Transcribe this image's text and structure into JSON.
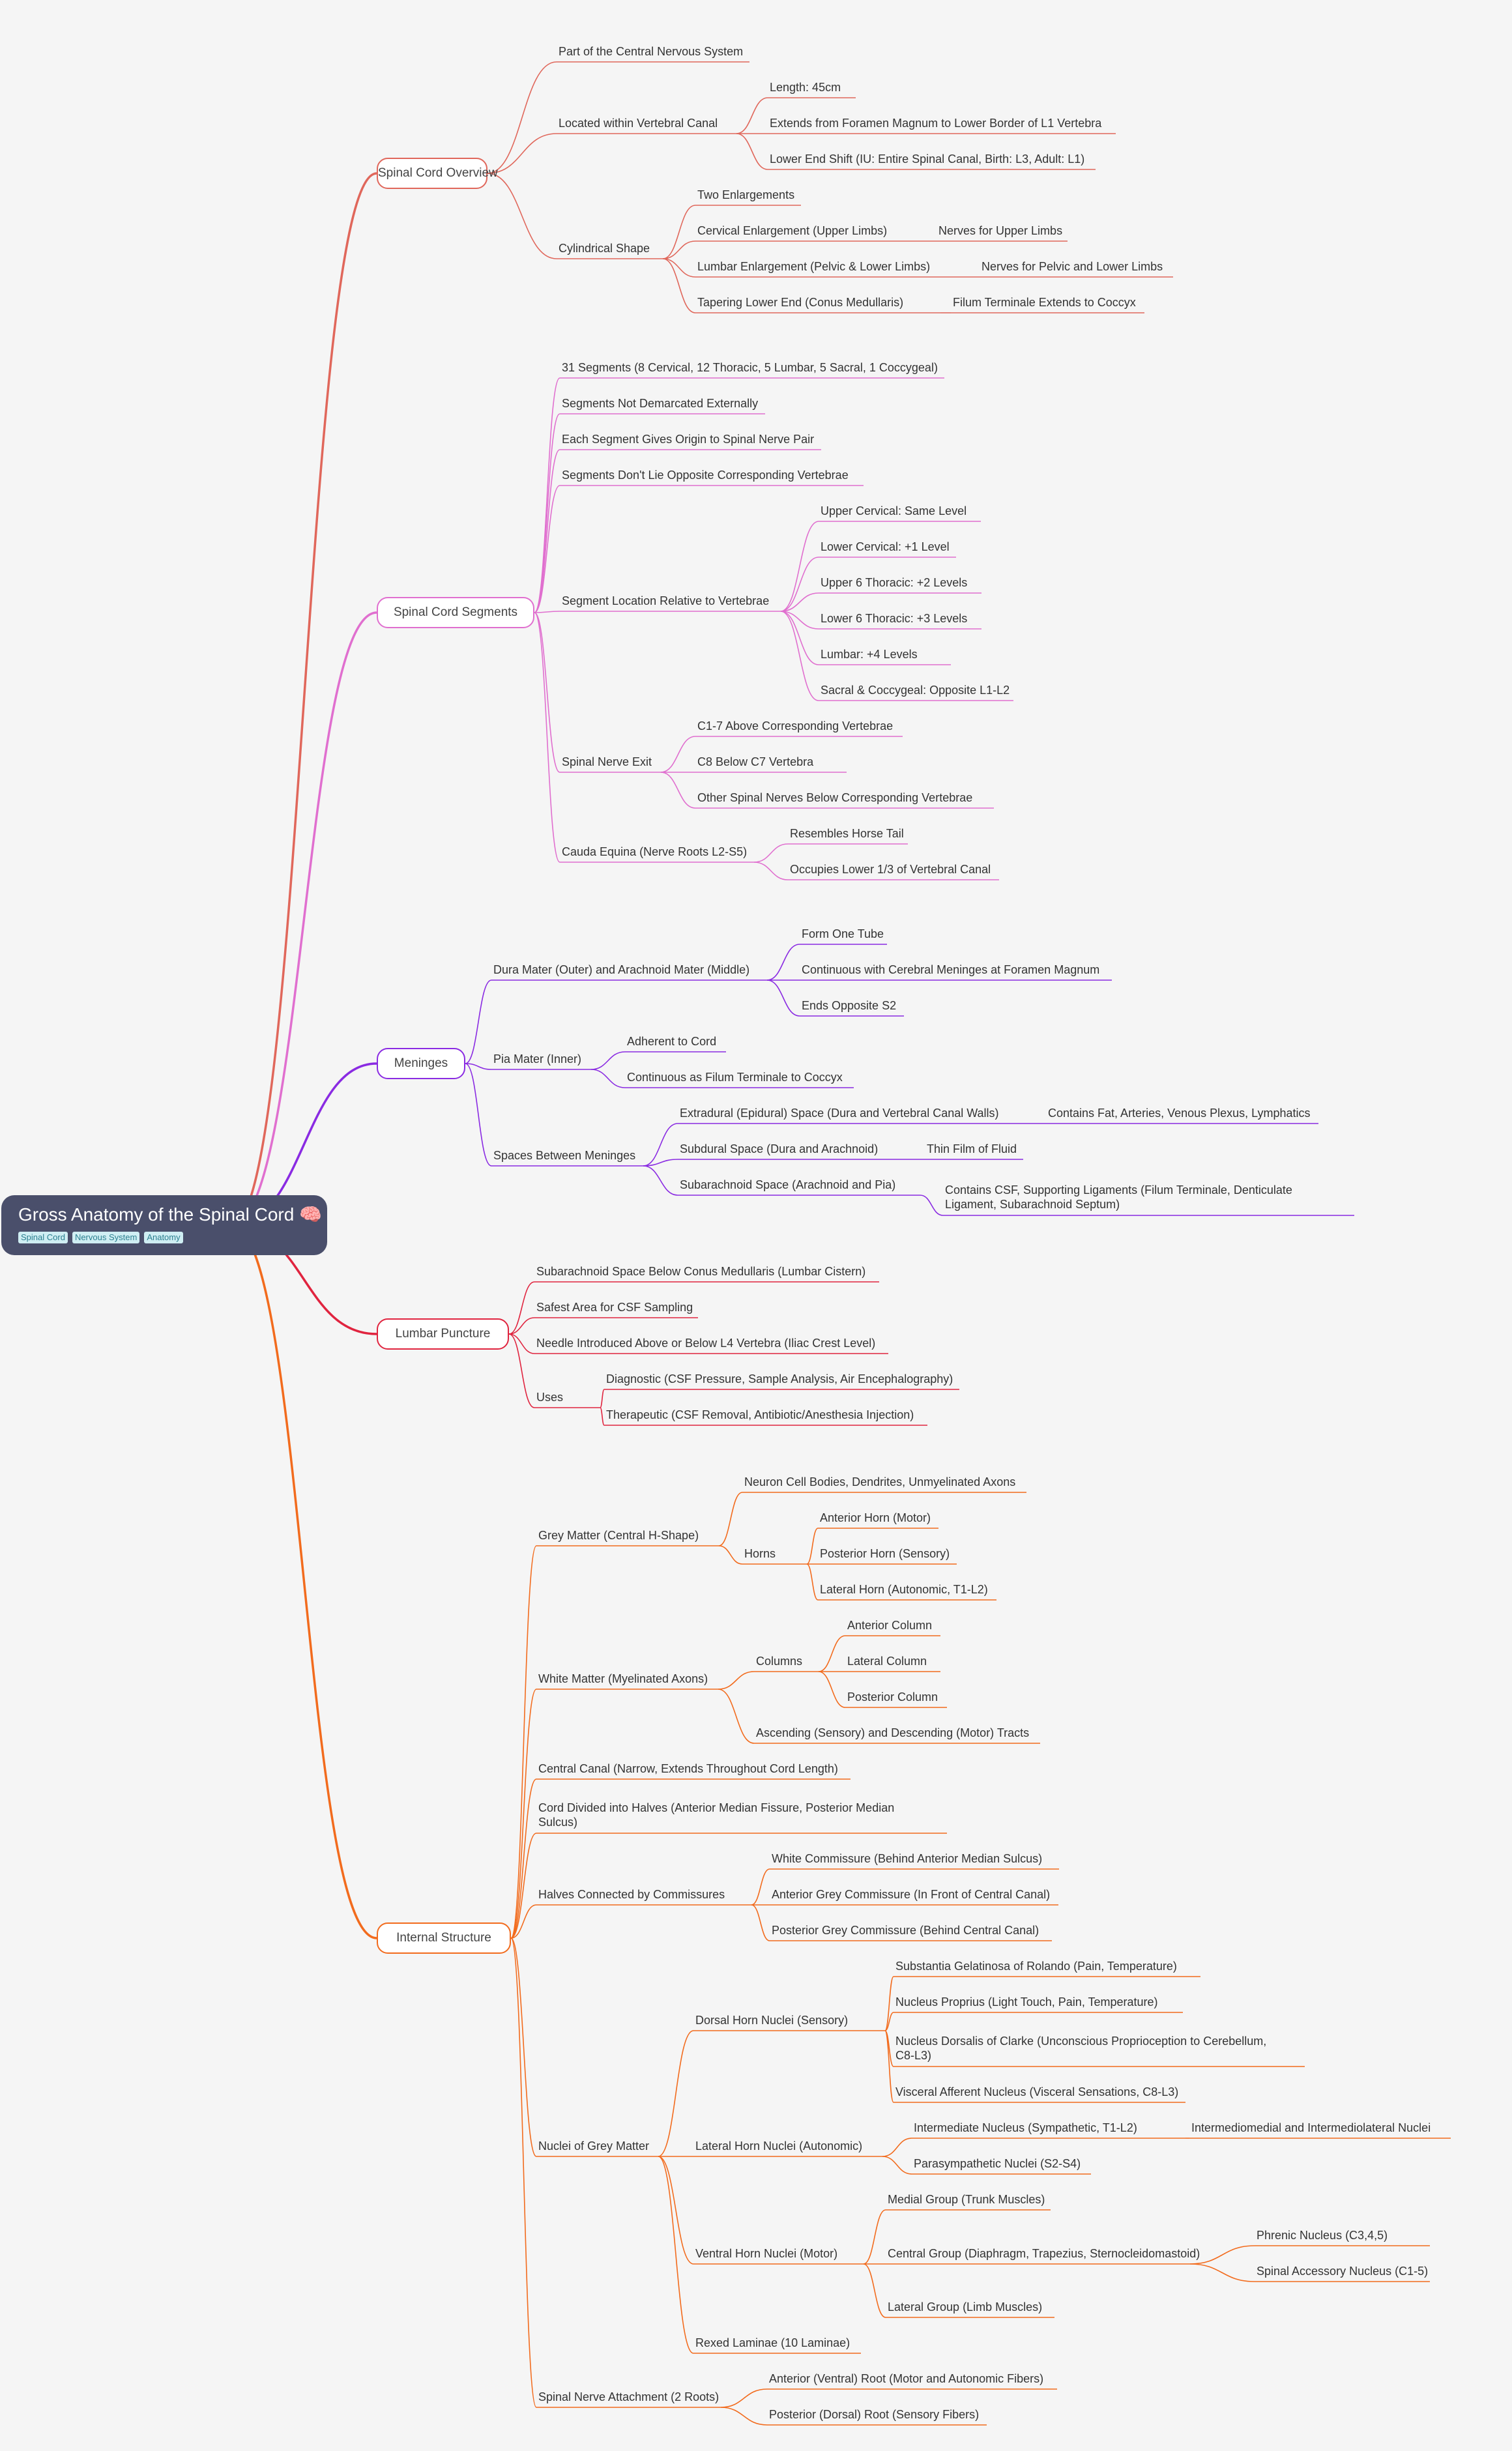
{
  "root": {
    "title": "Gross Anatomy of the Spinal Cord 🧠",
    "tags": [
      "Spinal Cord",
      "Nervous System",
      "Anatomy"
    ]
  },
  "colors": {
    "overview": "#e0675b",
    "segments": "#e06fcf",
    "meninges": "#8a2be2",
    "puncture": "#e0243f",
    "internal": "#f26b1d"
  },
  "branches": {
    "overview": {
      "label": "Spinal Cord Overview",
      "children": [
        "Part of the Central Nervous System",
        {
          "label": "Located within Vertebral Canal",
          "children": [
            "Length: 45cm",
            "Extends from Foramen Magnum to Lower Border of L1 Vertebra",
            "Lower End Shift (IU: Entire Spinal Canal, Birth: L3, Adult: L1)"
          ]
        },
        {
          "label": "Cylindrical Shape",
          "children": [
            "Two Enlargements",
            {
              "label": "Cervical Enlargement (Upper Limbs)",
              "children": [
                "Nerves for Upper Limbs"
              ]
            },
            {
              "label": "Lumbar Enlargement (Pelvic & Lower Limbs)",
              "children": [
                "Nerves for Pelvic and Lower Limbs"
              ]
            },
            {
              "label": "Tapering Lower End (Conus Medullaris)",
              "children": [
                "Filum Terminale Extends to Coccyx"
              ]
            }
          ]
        }
      ]
    },
    "segments": {
      "label": "Spinal Cord Segments",
      "children": [
        "31 Segments (8 Cervical, 12 Thoracic, 5 Lumbar, 5 Sacral, 1 Coccygeal)",
        "Segments Not Demarcated Externally",
        "Each Segment Gives Origin to Spinal Nerve Pair",
        "Segments Don't Lie Opposite Corresponding Vertebrae",
        {
          "label": "Segment Location Relative to Vertebrae",
          "children": [
            "Upper Cervical: Same Level",
            "Lower Cervical: +1 Level",
            "Upper 6 Thoracic: +2 Levels",
            "Lower 6 Thoracic: +3 Levels",
            "Lumbar: +4 Levels",
            "Sacral & Coccygeal: Opposite L1-L2"
          ]
        },
        {
          "label": "Spinal Nerve Exit",
          "children": [
            "C1-7 Above Corresponding Vertebrae",
            "C8 Below C7 Vertebra",
            "Other Spinal Nerves Below Corresponding Vertebrae"
          ]
        },
        {
          "label": "Cauda Equina (Nerve Roots L2-S5)",
          "children": [
            "Resembles Horse Tail",
            "Occupies Lower 1/3 of Vertebral Canal"
          ]
        }
      ]
    },
    "meninges": {
      "label": "Meninges",
      "children": [
        {
          "label": "Dura Mater (Outer) and Arachnoid Mater (Middle)",
          "children": [
            "Form One Tube",
            "Continuous with Cerebral Meninges at Foramen Magnum",
            "Ends Opposite S2"
          ]
        },
        {
          "label": "Pia Mater (Inner)",
          "children": [
            "Adherent to Cord",
            "Continuous as Filum Terminale to Coccyx"
          ]
        },
        {
          "label": "Spaces Between Meninges",
          "children": [
            {
              "label": "Extradural (Epidural) Space (Dura and Vertebral Canal Walls)",
              "children": [
                "Contains Fat, Arteries, Venous Plexus, Lymphatics"
              ]
            },
            {
              "label": "Subdural Space (Dura and Arachnoid)",
              "children": [
                "Thin Film of Fluid"
              ]
            },
            {
              "label": "Subarachnoid Space (Arachnoid and Pia)",
              "children": [
                "Contains CSF, Supporting Ligaments (Filum Terminale, Denticulate Ligament, Subarachnoid Septum)"
              ]
            }
          ]
        }
      ]
    },
    "puncture": {
      "label": "Lumbar Puncture",
      "children": [
        "Subarachnoid Space Below Conus Medullaris (Lumbar Cistern)",
        "Safest Area for CSF Sampling",
        "Needle Introduced Above or Below L4 Vertebra (Iliac Crest Level)",
        {
          "label": "Uses",
          "children": [
            "Diagnostic (CSF Pressure, Sample Analysis, Air Encephalography)",
            "Therapeutic (CSF Removal, Antibiotic/Anesthesia Injection)"
          ]
        }
      ]
    },
    "internal": {
      "label": "Internal Structure",
      "children": [
        {
          "label": "Grey Matter (Central H-Shape)",
          "children": [
            "Neuron Cell Bodies, Dendrites, Unmyelinated Axons",
            {
              "label": "Horns",
              "children": [
                "Anterior Horn (Motor)",
                "Posterior Horn (Sensory)",
                "Lateral Horn (Autonomic, T1-L2)"
              ]
            }
          ]
        },
        {
          "label": "White Matter (Myelinated Axons)",
          "children": [
            {
              "label": "Columns",
              "children": [
                "Anterior Column",
                "Lateral Column",
                "Posterior Column"
              ]
            },
            "Ascending (Sensory) and Descending (Motor) Tracts"
          ]
        },
        "Central Canal (Narrow, Extends Throughout Cord Length)",
        "Cord Divided into Halves (Anterior Median Fissure, Posterior Median Sulcus)",
        {
          "label": "Halves Connected by Commissures",
          "children": [
            "White Commissure (Behind Anterior Median Sulcus)",
            "Anterior Grey Commissure (In Front of Central Canal)",
            "Posterior Grey Commissure (Behind Central Canal)"
          ]
        },
        {
          "label": "Nuclei of Grey Matter",
          "children": [
            {
              "label": "Dorsal Horn Nuclei (Sensory)",
              "children": [
                "Substantia Gelatinosa of Rolando (Pain, Temperature)",
                "Nucleus Proprius (Light Touch, Pain, Temperature)",
                "Nucleus Dorsalis of Clarke (Unconscious Proprioception to Cerebellum, C8-L3)",
                "Visceral Afferent Nucleus (Visceral Sensations, C8-L3)"
              ]
            },
            {
              "label": "Lateral Horn Nuclei (Autonomic)",
              "children": [
                {
                  "label": "Intermediate Nucleus (Sympathetic, T1-L2)",
                  "children": [
                    "Intermediomedial and Intermediolateral Nuclei"
                  ]
                },
                "Parasympathetic Nuclei (S2-S4)"
              ]
            },
            {
              "label": "Ventral Horn Nuclei (Motor)",
              "children": [
                "Medial Group (Trunk Muscles)",
                {
                  "label": "Central Group (Diaphragm, Trapezius, Sternocleidomastoid)",
                  "children": [
                    "Phrenic Nucleus (C3,4,5)",
                    "Spinal Accessory Nucleus (C1-5)"
                  ]
                },
                "Lateral Group (Limb Muscles)"
              ]
            },
            "Rexed Laminae (10 Laminae)"
          ]
        },
        {
          "label": "Spinal Nerve Attachment (2 Roots)",
          "children": [
            "Anterior (Ventral) Root (Motor and Autonomic Fibers)",
            "Posterior (Dorsal) Root (Sensory Fibers)"
          ]
        }
      ]
    }
  }
}
